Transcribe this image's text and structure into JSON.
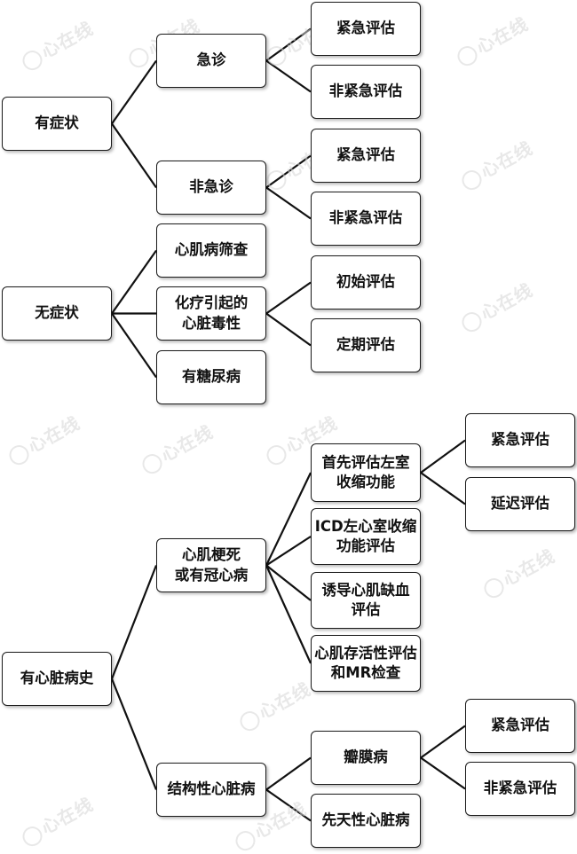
{
  "watermark": "心在线",
  "nodes": {
    "symptomatic": "有症状",
    "emergency": "急诊",
    "em_urgent": "紧急评估",
    "em_nonurgent": "非紧急评估",
    "nonemergency": "非急诊",
    "nem_urgent": "紧急评估",
    "nem_nonurgent": "非紧急评估",
    "asymptomatic": "无症状",
    "cm_screen": "心肌病筛查",
    "chemo": "化疗引起的\n心脏毒性",
    "initial_eval": "初始评估",
    "periodic_eval": "定期评估",
    "diabetes": "有糖尿病",
    "history": "有心脏病史",
    "mi_cad": "心肌梗死\n或有冠心病",
    "lv_first": "首先评估左室\n收缩功能",
    "lv_urgent": "紧急评估",
    "lv_delayed": "延迟评估",
    "icd": "ICD左心室收缩\n功能评估",
    "ischemia": "诱导心肌缺血\n评估",
    "viability": "心肌存活性评估\n和MR检查",
    "structural": "结构性心脏病",
    "valve": "瓣膜病",
    "valve_urgent": "紧急评估",
    "valve_nonurgent": "非紧急评估",
    "congenital": "先天性心脏病"
  }
}
